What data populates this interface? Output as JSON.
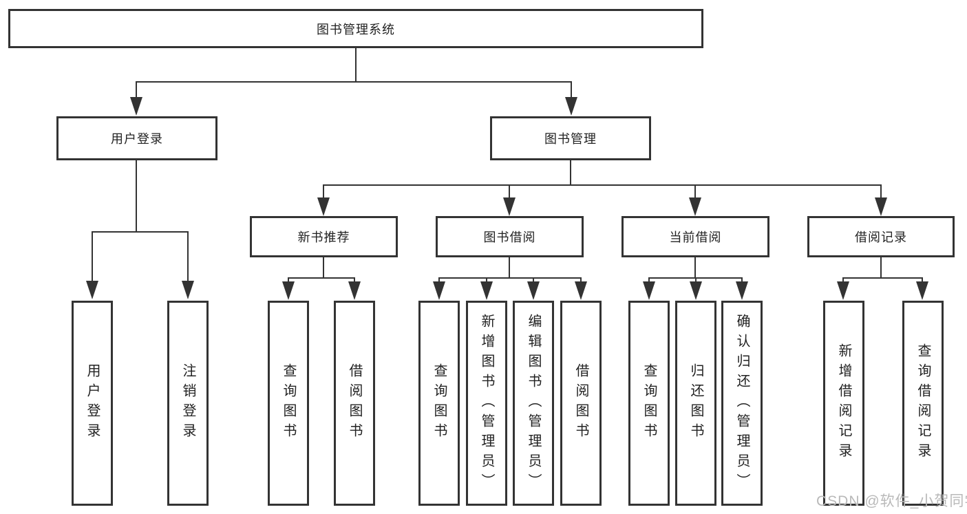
{
  "watermark": "CSDN @软件_小贺同学",
  "colors": {
    "line": "#333333",
    "text": "#222222",
    "watermark": "#b9b9b9",
    "background": "#ffffff"
  },
  "tree": {
    "label": "图书管理系统",
    "children": [
      {
        "label": "用户登录",
        "children": [
          {
            "label": "用户登录"
          },
          {
            "label": "注销登录"
          }
        ]
      },
      {
        "label": "图书管理",
        "children": [
          {
            "label": "新书推荐",
            "children": [
              {
                "label": "查询图书"
              },
              {
                "label": "借阅图书"
              }
            ]
          },
          {
            "label": "图书借阅",
            "children": [
              {
                "label": "查询图书"
              },
              {
                "label": "新增图书（管理员）"
              },
              {
                "label": "编辑图书（管理员）"
              },
              {
                "label": "借阅图书"
              }
            ]
          },
          {
            "label": "当前借阅",
            "children": [
              {
                "label": "查询图书"
              },
              {
                "label": "归还图书"
              },
              {
                "label": "确认归还（管理员）"
              }
            ]
          },
          {
            "label": "借阅记录",
            "children": [
              {
                "label": "新增借阅记录"
              },
              {
                "label": "查询借阅记录"
              }
            ]
          }
        ]
      }
    ]
  }
}
